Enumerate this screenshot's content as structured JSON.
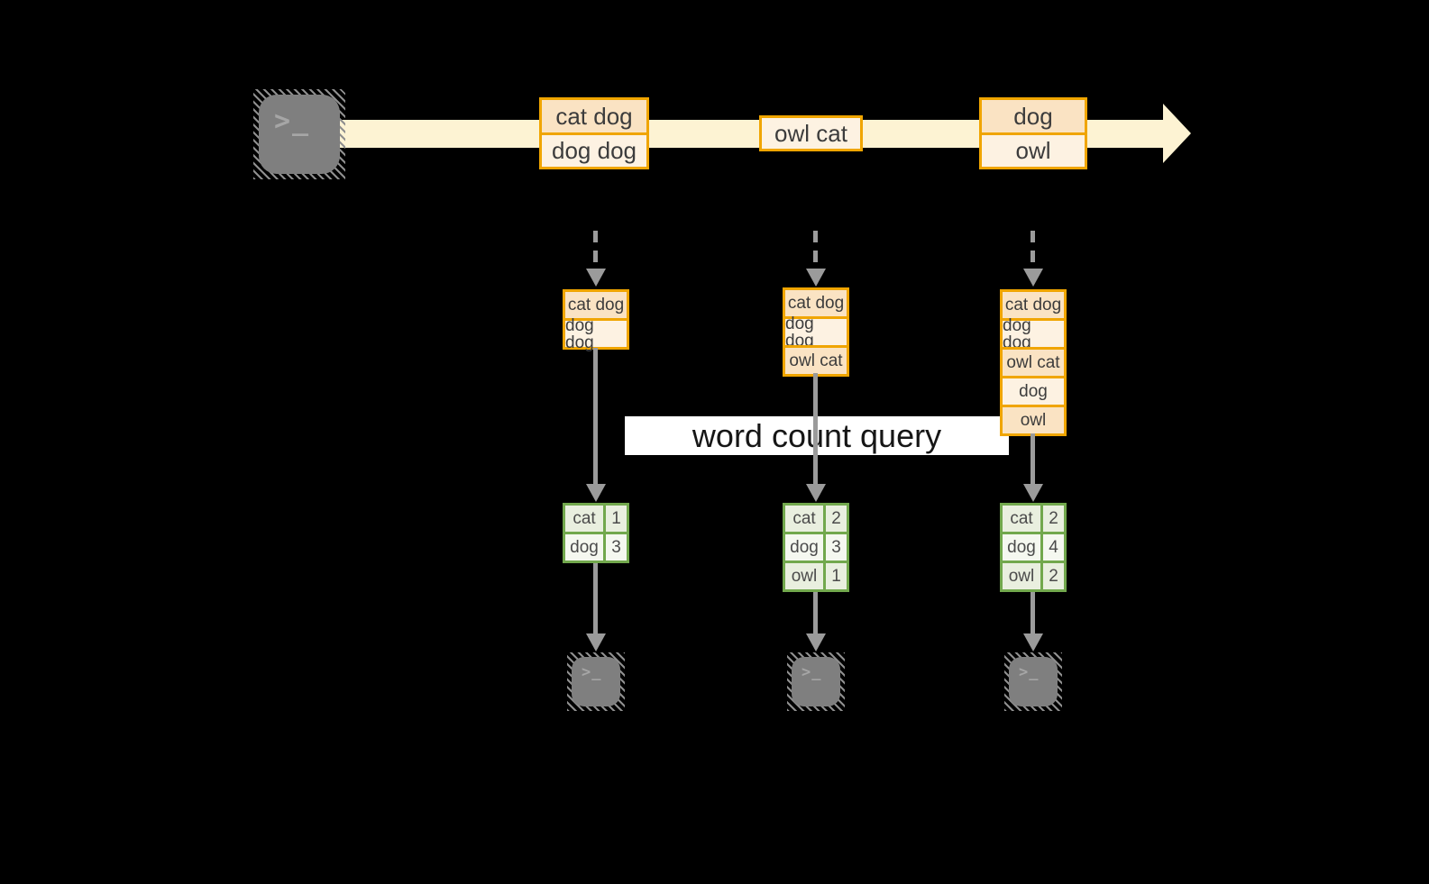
{
  "banner": {
    "label": "word count query"
  },
  "source_terminal": {
    "glyph": ">_"
  },
  "stream": {
    "messages": [
      {
        "lines": [
          "cat dog",
          "dog dog"
        ]
      },
      {
        "lines": [
          "owl cat"
        ]
      },
      {
        "lines": [
          "dog",
          "owl"
        ]
      }
    ]
  },
  "columns": [
    {
      "received": [
        "cat dog",
        "dog dog"
      ],
      "counts": [
        {
          "word": "cat",
          "count": "1"
        },
        {
          "word": "dog",
          "count": "3"
        }
      ],
      "terminal_glyph": ">_"
    },
    {
      "received": [
        "cat dog",
        "dog dog",
        "owl cat"
      ],
      "counts": [
        {
          "word": "cat",
          "count": "2"
        },
        {
          "word": "dog",
          "count": "3"
        },
        {
          "word": "owl",
          "count": "1"
        }
      ],
      "terminal_glyph": ">_"
    },
    {
      "received": [
        "cat dog",
        "dog dog",
        "owl cat",
        "dog",
        "owl"
      ],
      "counts": [
        {
          "word": "cat",
          "count": "2"
        },
        {
          "word": "dog",
          "count": "4"
        },
        {
          "word": "owl",
          "count": "2"
        }
      ],
      "terminal_glyph": ">_"
    }
  ],
  "colors": {
    "background": "#000000",
    "stream_fill": "#fdf3d3",
    "record_border": "#f0a500",
    "record_fill_dark": "#fae3c3",
    "record_fill_light": "#fdf2e2",
    "table_border": "#72a84d",
    "table_fill_dark": "#e9efdf",
    "table_fill_light": "#f5f8f0",
    "arrow_gray": "#9b9b9b",
    "terminal_gray": "#7f7f7f",
    "banner_bg": "#ffffff"
  }
}
